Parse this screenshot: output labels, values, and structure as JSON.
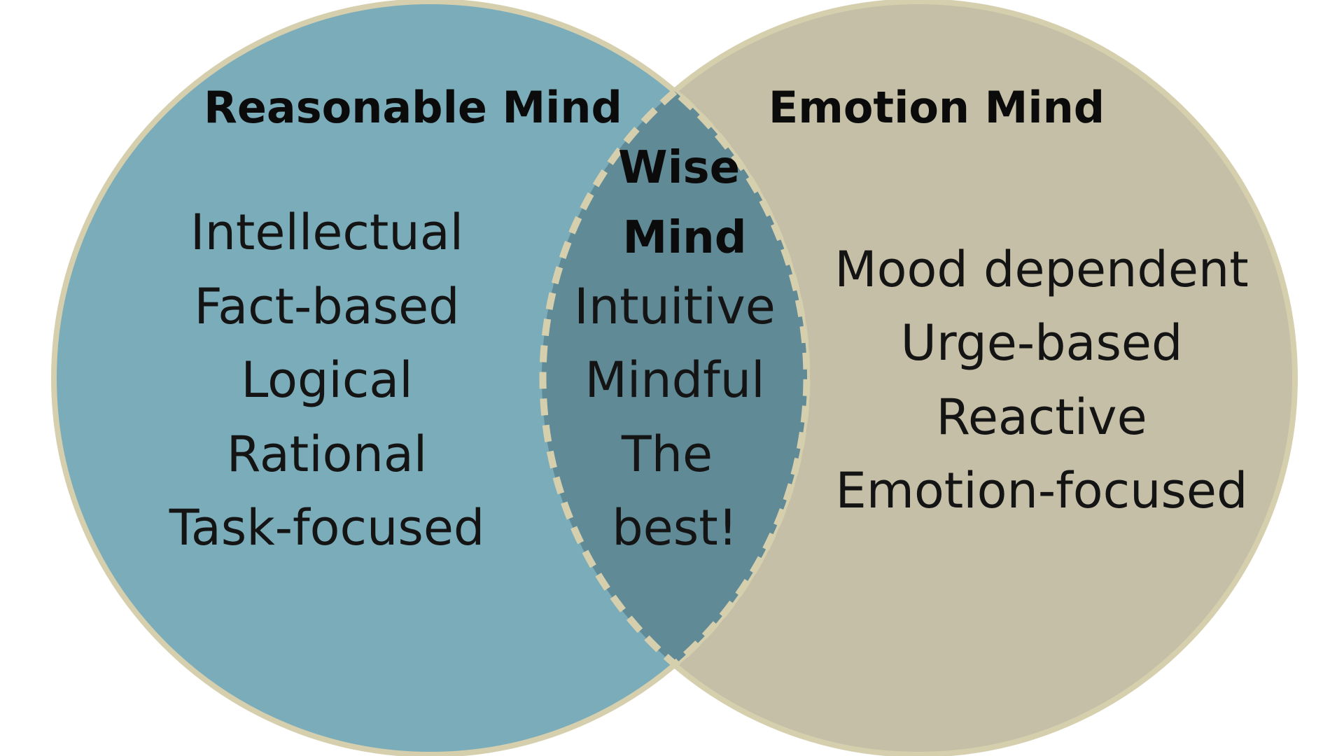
{
  "colors": {
    "background": "#ffffff",
    "reasonable_fill": "#7aacba",
    "emotion_fill": "#c4bfa6",
    "overlap_fill": "#5f8a96",
    "outline": "#d6cfae",
    "text": "#111111"
  },
  "reasonable": {
    "title": "Reasonable Mind",
    "items": [
      "Intellectual",
      "Fact-based",
      "Logical",
      "Rational",
      "Task-focused"
    ]
  },
  "emotion": {
    "title": "Emotion Mind",
    "items": [
      "Mood dependent",
      "Urge-based",
      "Reactive",
      "Emotion-focused"
    ]
  },
  "wise": {
    "title_line1": "Wise",
    "title_line2": "Mind",
    "items": [
      "Intuitive",
      "Mindful",
      "The",
      "best!"
    ]
  }
}
